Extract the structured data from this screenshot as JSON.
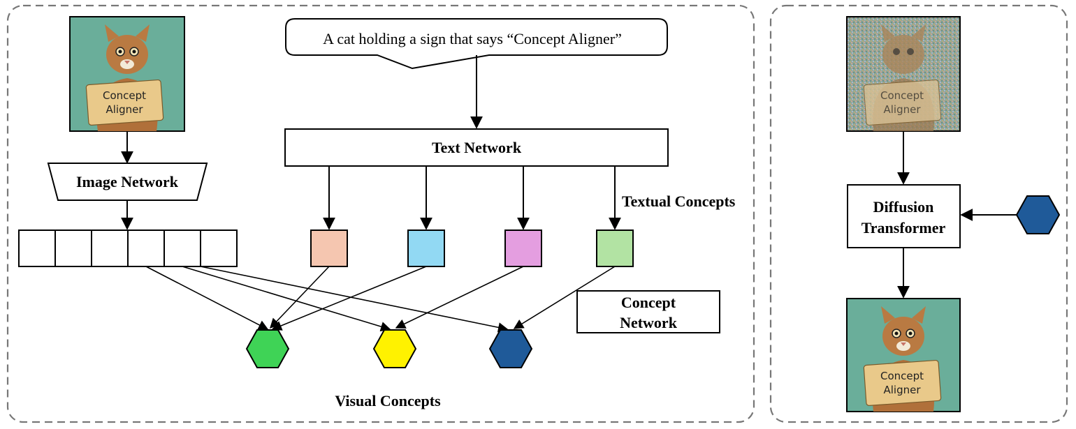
{
  "prompt_text": "A cat holding a sign that says “Concept Aligner”",
  "image_network_label": "Image Network",
  "text_network_label": "Text Network",
  "textual_concepts_label": "Textual Concepts",
  "concept_network_label_1": "Concept",
  "concept_network_label_2": "Network",
  "visual_concepts_label": "Visual Concepts",
  "diffusion_label_1": "Diffusion",
  "diffusion_label_2": "Transformer",
  "sign_text_1": "Concept",
  "sign_text_2": "Aligner",
  "colors": {
    "text_concepts": [
      "#f5c6b0",
      "#92d9f3",
      "#e49ee0",
      "#b2e3a3"
    ],
    "visual_concepts": [
      "#3fd356",
      "#fff200",
      "#1f5a99"
    ],
    "cat_bg": "#6aae9a",
    "sign": "#e9c98a"
  }
}
